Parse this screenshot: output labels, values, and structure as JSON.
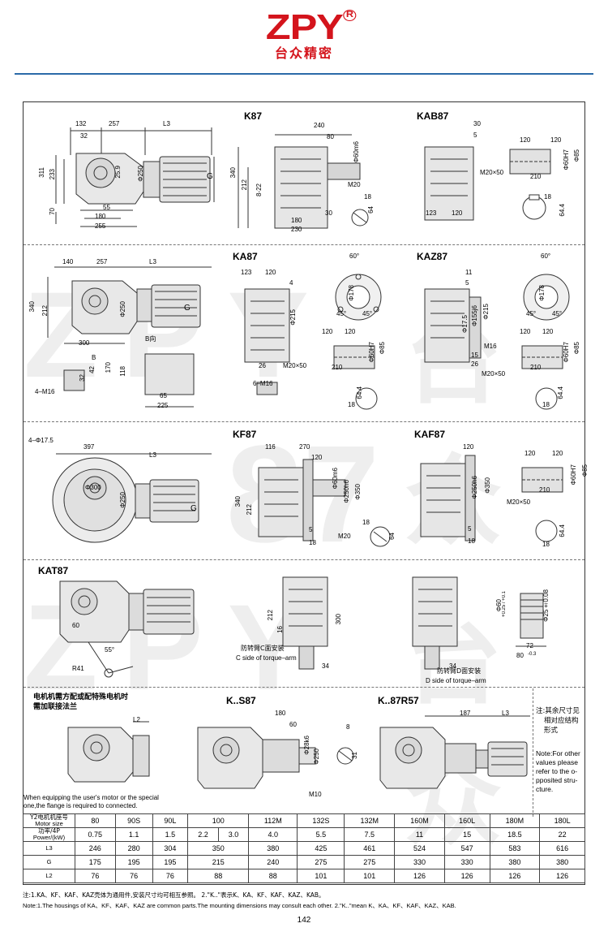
{
  "brand": {
    "logo_text": "ZPY",
    "logo_reg": "R",
    "logo_sub": "台众精密"
  },
  "watermark": {
    "text": "ZPY",
    "cn": "台众",
    "num": "87"
  },
  "models": {
    "k87": "K87",
    "kab87": "KAB87",
    "ka87": "KA87",
    "kaz87": "KAZ87",
    "kf87": "KF87",
    "kaf87": "KAF87",
    "kat87": "KAT87",
    "ks87": "K..S87",
    "k87r57": "K..87R57"
  },
  "dims": {
    "k87_side": {
      "d132": "132",
      "d257": "257",
      "l3": "L3",
      "d32": "32",
      "d311": "311",
      "d233": "233",
      "d70": "70",
      "d55": "55",
      "d180": "180",
      "d255": "255",
      "d25_9": "25.9",
      "phi250": "Φ250",
      "g": "G"
    },
    "k87_front": {
      "d240": "240",
      "d80": "80",
      "phi60m6": "Φ60m6",
      "d340": "340",
      "d212": "212",
      "d8_22": "8-22",
      "m20": "M20",
      "d18": "18",
      "d64": "64",
      "d30": "30",
      "d180": "180",
      "d230": "230"
    },
    "kab87": {
      "d30": "30",
      "d5": "5",
      "d120": "120",
      "d120b": "120",
      "m20x50": "M20×50",
      "d210": "210",
      "phi60h7": "Φ60H7",
      "phi85": "Φ85",
      "d123": "123",
      "d120c": "120",
      "d18": "18",
      "d64_4": "64.4"
    },
    "ka87_side": {
      "d140": "140",
      "d257": "257",
      "l3": "L3",
      "d340": "340",
      "d212": "212",
      "phi250": "Φ250",
      "g": "G",
      "d300": "300",
      "b": "B",
      "b_dir": "B向",
      "d170": "170",
      "d118": "118",
      "d65": "65",
      "d225": "225",
      "d32": "32",
      "d42": "42",
      "m16": "4–M16"
    },
    "ka87_front": {
      "d123": "123",
      "d120": "120",
      "d4": "4",
      "phi215": "Φ215",
      "d60": "60°",
      "phi178": "Φ178",
      "d45a": "45°",
      "d45b": "45°",
      "d26": "26",
      "m16": "6–M16",
      "d120b": "120",
      "d120c": "120",
      "m20x50": "M20×50",
      "d210": "210",
      "phi60h7": "Φ60H7",
      "phi85": "Φ85",
      "d18": "18",
      "d64_4": "64.4"
    },
    "kaz87": {
      "d11": "11",
      "d5": "5",
      "phi17_5": "Φ17.5",
      "phi155j6": "Φ155j6",
      "phi215": "Φ215",
      "m16": "M16",
      "d15": "15",
      "d26": "26",
      "d60": "60°",
      "phi178": "Φ178",
      "d45a": "45°",
      "d45b": "45°",
      "d120": "120",
      "d120b": "120",
      "d210": "210",
      "m20x50": "M20×50",
      "phi60h7": "Φ60H7",
      "phi85": "Φ85",
      "d18": "18",
      "d64_4": "64.4"
    },
    "kf87_side": {
      "phi17_5": "4–Φ17.5",
      "d397": "397",
      "l3": "L3",
      "phi300": "Φ300",
      "phi250": "Φ250",
      "g": "G"
    },
    "kf87_front": {
      "d116": "116",
      "d270": "270",
      "d120": "120",
      "d340": "340",
      "d212": "212",
      "phi60m6": "Φ60m6",
      "phi250h6": "Φ250h6",
      "phi350": "Φ350",
      "d18": "18",
      "d5": "5",
      "m20": "M20",
      "d64": "64",
      "d18b": "18"
    },
    "kaf87": {
      "d120": "120",
      "phi250h6": "Φ250h6",
      "phi350": "Φ350",
      "d5": "5",
      "d18": "18",
      "d120b": "120",
      "d120c": "120",
      "phi60h7": "Φ60H7",
      "phi85": "Φ85",
      "d210": "210",
      "m20x50": "M20×50",
      "d18b": "18",
      "d64_4": "64.4"
    },
    "kat87": {
      "d60": "60",
      "d55": "55°",
      "r41": "R41",
      "d212": "212",
      "d16": "16",
      "d300": "300",
      "d34": "34",
      "d34b": "34",
      "phi60": "Φ60",
      "phi60_tol": "+0.25 / +0.1",
      "phi25": "Φ25±0.08",
      "d72": "72",
      "d80": "80",
      "d80_tol": "-0.3",
      "c_cn": "防转臂C面安装",
      "c_en": "C side of torque–arm",
      "d_cn": "防转臂D面安装",
      "d_en": "D side of torque–arm"
    },
    "ks87": {
      "d180": "180",
      "d60": "60",
      "d8": "8",
      "d28k6": "Φ28k6",
      "phi250": "Φ250",
      "d31": "31",
      "m10": "M10"
    },
    "k87r57": {
      "d187": "187",
      "l3": "L3"
    },
    "l2": "L2"
  },
  "motor_note": {
    "cn_line1": "电机机需方配或配特殊电机时",
    "cn_line2": "需加联接法兰",
    "en_line1": "When equipping the user's motor or the special",
    "en_line2": "one,the flange is required to connected."
  },
  "side_note": {
    "cn1": "注:其余尺寸见",
    "cn2": "相对应结构",
    "cn3": "形式",
    "en": [
      "Note:For other",
      "values please",
      "refer to the o-",
      "pposited stru-",
      "cture."
    ]
  },
  "table": {
    "hdr_cn": "Y2电机机座号",
    "hdr_en": "Motor size",
    "pwr_cn": "功率/4P",
    "pwr_en": "Power/(kW)",
    "motor_sizes": [
      "80",
      "90S",
      "90L",
      "100",
      "112M",
      "132S",
      "132M",
      "160M",
      "160L",
      "180M",
      "180L"
    ],
    "powers": [
      "0.75",
      "1.1",
      "1.5",
      "2.2",
      "3.0",
      "4.0",
      "5.5",
      "7.5",
      "11",
      "15",
      "18.5",
      "22"
    ],
    "rows": [
      {
        "label": "L3",
        "values": [
          "246",
          "280",
          "304",
          "350",
          "380",
          "425",
          "461",
          "524",
          "547",
          "583",
          "616"
        ]
      },
      {
        "label": "G",
        "values": [
          "175",
          "195",
          "195",
          "215",
          "240",
          "275",
          "275",
          "330",
          "330",
          "380",
          "380"
        ]
      },
      {
        "label": "L2",
        "values": [
          "76",
          "76",
          "76",
          "88",
          "88",
          "101",
          "101",
          "126",
          "126",
          "126",
          "126"
        ]
      }
    ]
  },
  "notes": {
    "cn": "注:1.KA、KF、KAF、KAZ壳体为通用件,安装尺寸均可相互参照。  2.\"K..\"表示K、KA、KF、KAF、KAZ、KAB。",
    "en": "Note:1.The housings of KA、KF、KAF、KAZ are common parts.The mounting dimensions may consult each other.  2.\"K..\"mean K、KA、KF、KAF、KAZ、KAB."
  },
  "page_number": "142"
}
